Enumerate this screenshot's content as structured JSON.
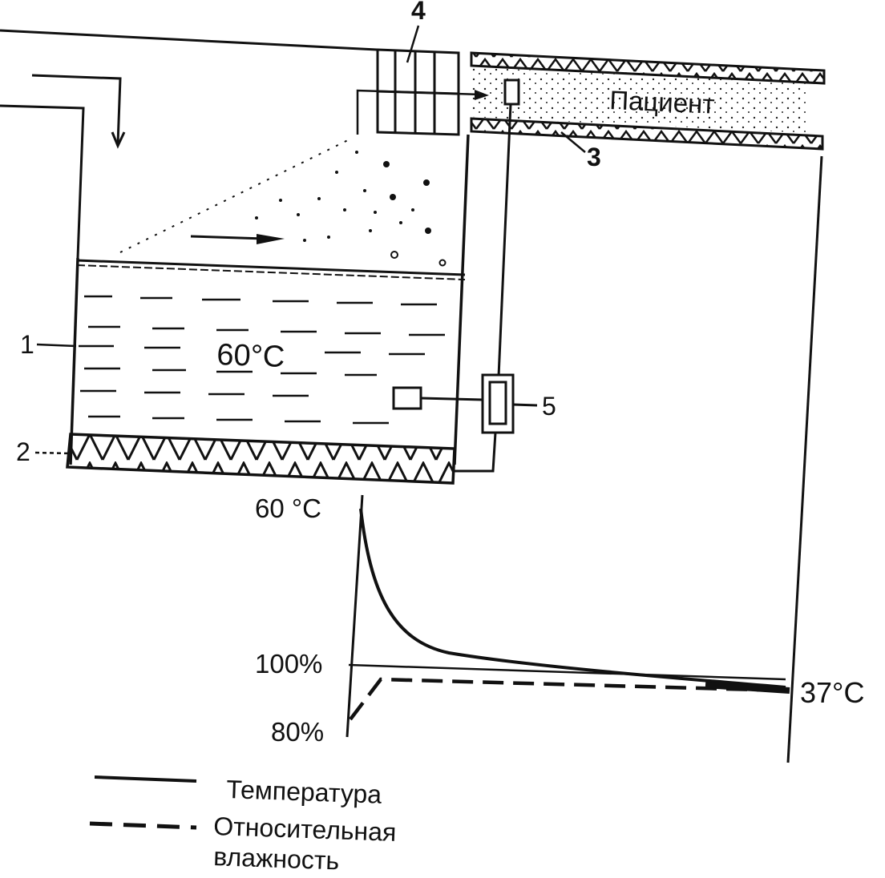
{
  "labels": {
    "n1": "1",
    "n2": "2",
    "n3": "3",
    "n4": "4",
    "n5": "5",
    "patient": "Пациент",
    "water_temp": "60°C",
    "temp_top": "60 °C",
    "hum_100": "100%",
    "hum_80": "80%",
    "temp_end": "37°C"
  },
  "legend": {
    "temperature": "Температура",
    "humidity_line1": "Относительная",
    "humidity_line2": "влажность"
  },
  "colors": {
    "ink": "#111111",
    "background": "#ffffff"
  }
}
